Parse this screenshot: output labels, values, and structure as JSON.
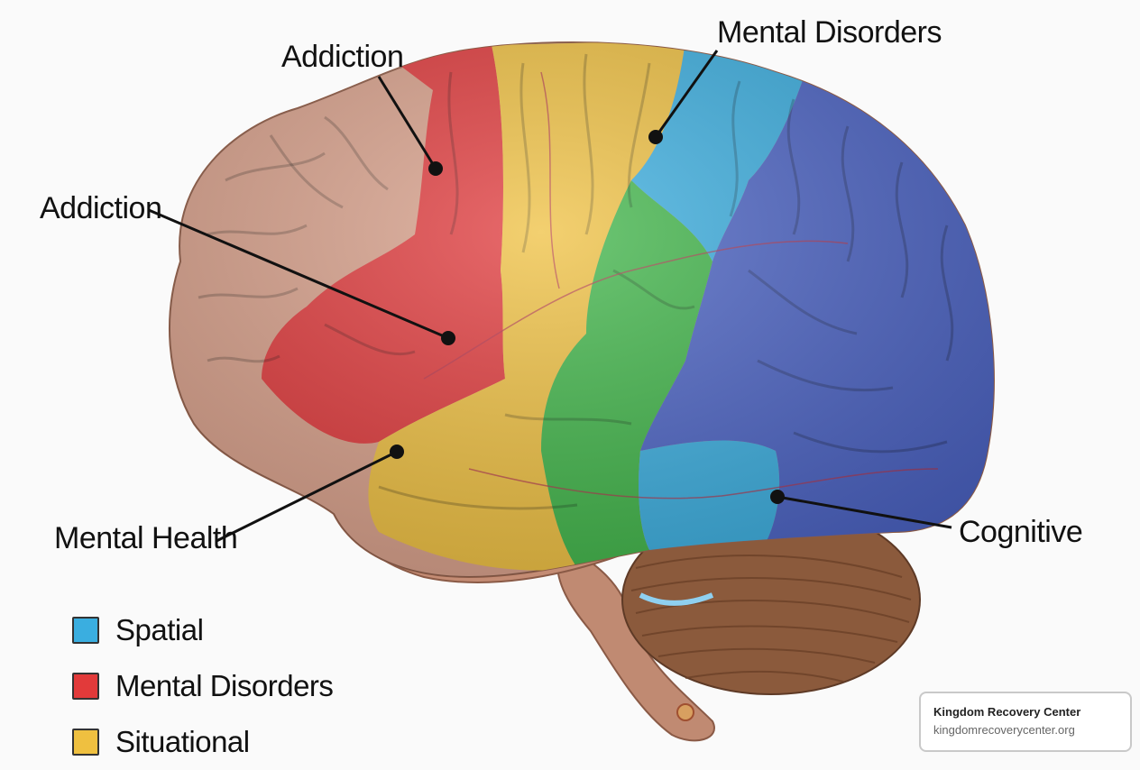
{
  "callouts": [
    {
      "label": "Addiction"
    },
    {
      "label": "Mental Disorders"
    },
    {
      "label": "Addiction"
    },
    {
      "label": "Mental Health"
    },
    {
      "label": "Cognitive"
    }
  ],
  "legend": [
    {
      "label": "Spatial",
      "color": "#3aaee0"
    },
    {
      "label": "Mental Disorders",
      "color": "#e23a3a"
    },
    {
      "label": "Situational",
      "color": "#efc040"
    }
  ],
  "region_colors": {
    "frontal": "#d9a08a",
    "red": "#e0383a",
    "yellow": "#efc040",
    "green": "#3fb548",
    "light_blue": "#3aaee0",
    "blue": "#4a62c4",
    "temporal": "#c48c74",
    "cerebellum": "#8b5a3c",
    "brainstem": "#c08a72"
  },
  "badge": {
    "name": "Kingdom Recovery Center",
    "url": "kingdomrecoverycenter.org"
  }
}
